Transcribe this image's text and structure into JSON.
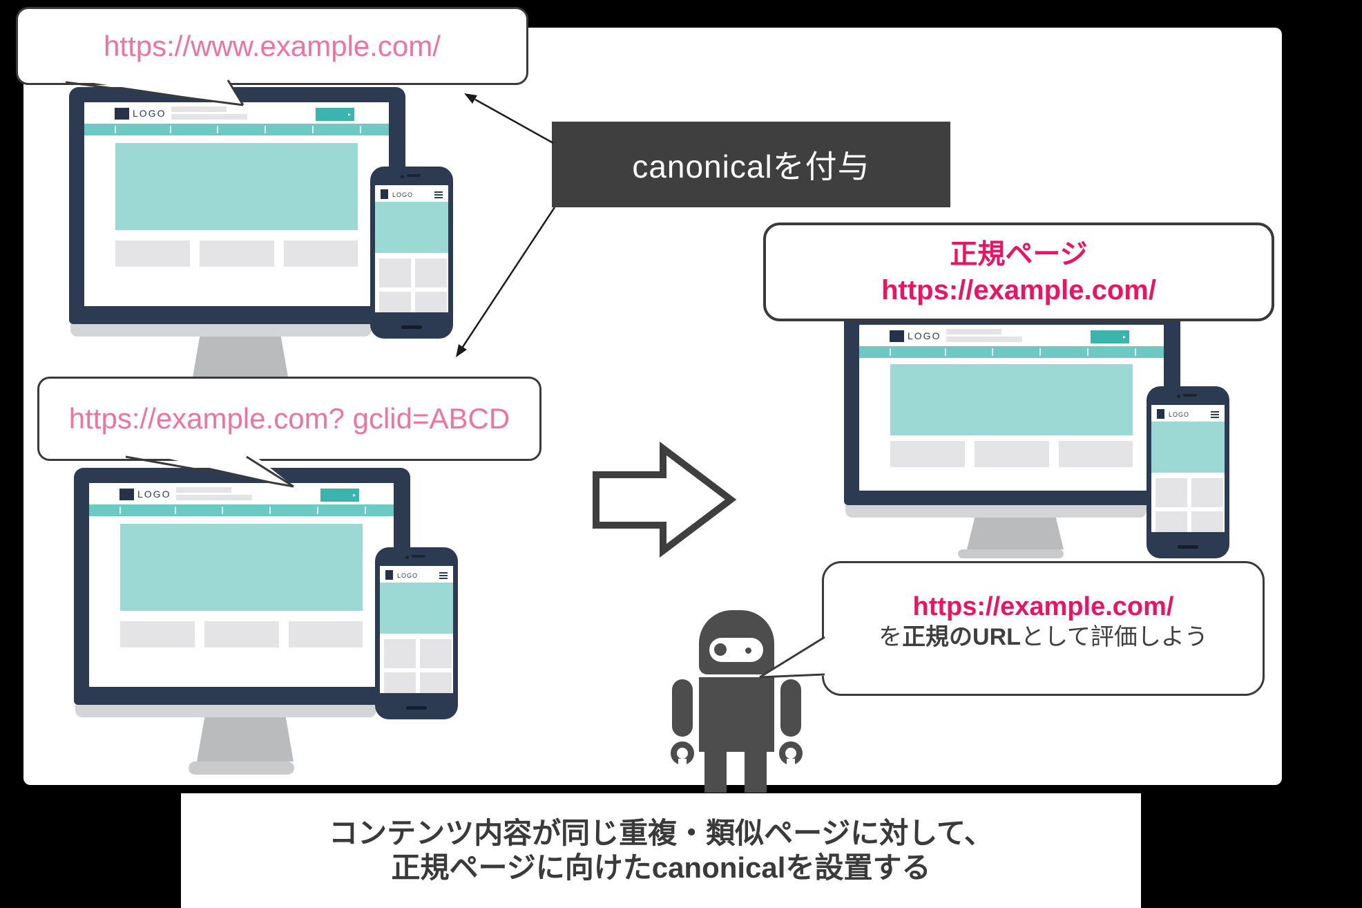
{
  "colors": {
    "pink": "#f0739f",
    "crimson": "#ec1362",
    "navy": "#2c3a52",
    "teal_nav": "#6cc9c4",
    "teal_button": "#3bb4ad",
    "teal_hero": "#9cd9d5",
    "dark_box": "#3f3f3f",
    "robot_gray": "#4d4d4d"
  },
  "speech_bubbles": {
    "duplicate_www": {
      "url": "https://www.example.com/"
    },
    "duplicate_gclid": {
      "url": "https://example.com? gclid=ABCD"
    },
    "canonical_page": {
      "title": "正規ページ",
      "url": "https://example.com/"
    },
    "crawler": {
      "url": "https://example.com/",
      "line2_prefix": "を",
      "line2_bold": "正規のURL",
      "line2_suffix": "として評価しよう"
    }
  },
  "labels": {
    "canonical_assign": "canonicalを付与"
  },
  "devices": {
    "desktop_logo": "LOGO",
    "mobile_logo": "LOGO"
  },
  "caption": {
    "line1": "コンテンツ内容が同じ重複・類似ページに対して、",
    "line2": "正規ページに向けたcanonicalを設置する"
  }
}
